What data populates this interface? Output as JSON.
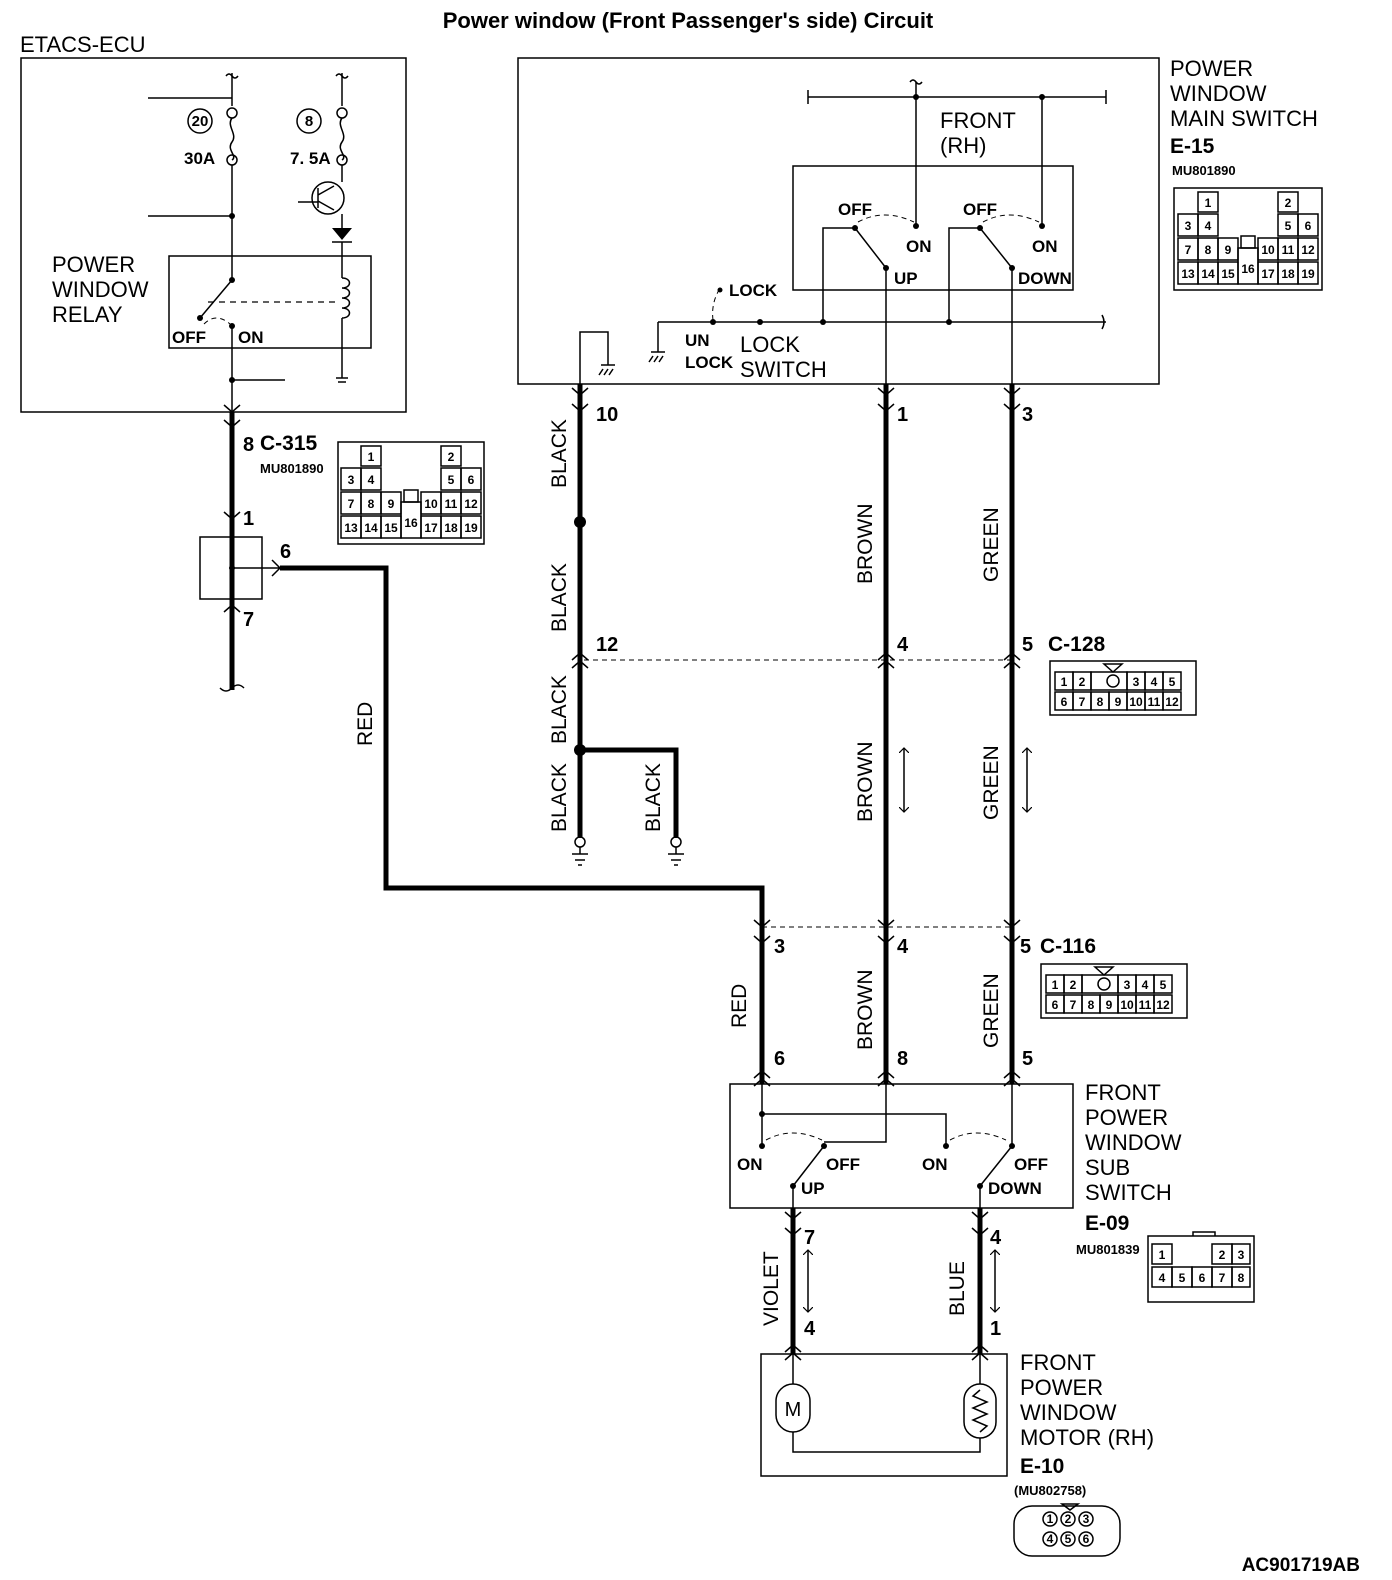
{
  "title": "Power window (Front Passenger's side) Circuit",
  "etacs": {
    "name": "ETACS-ECU",
    "fuse1_num": "20",
    "fuse1_rating": "30A",
    "fuse2_num": "8",
    "fuse2_rating": "7. 5A",
    "relay_lines": [
      "POWER",
      "WINDOW",
      "RELAY"
    ],
    "off": "OFF",
    "on": "ON"
  },
  "main_switch": {
    "lines": [
      "POWER",
      "WINDOW",
      "MAIN SWITCH"
    ],
    "code": "E-15",
    "part": "MU801890",
    "front_lines": [
      "FRONT",
      "(RH)"
    ],
    "off": "OFF",
    "on": "ON",
    "up": "UP",
    "down": "DOWN",
    "lock": "LOCK",
    "unlock_lines": [
      "UN",
      "LOCK"
    ],
    "lock_switch_lines": [
      "LOCK",
      "SWITCH"
    ]
  },
  "c315": {
    "code": "C-315",
    "part": "MU801890",
    "pin_in": "8",
    "pin1": "1",
    "pin6": "6",
    "pin7": "7"
  },
  "c128": {
    "code": "C-128"
  },
  "c116": {
    "code": "C-116"
  },
  "sub_switch": {
    "lines": [
      "FRONT",
      "POWER",
      "WINDOW",
      "SUB",
      "SWITCH"
    ],
    "code": "E-09",
    "part": "MU801839",
    "on": "ON",
    "off": "OFF",
    "up": "UP",
    "down": "DOWN"
  },
  "motor": {
    "lines": [
      "FRONT",
      "POWER",
      "WINDOW",
      "MOTOR (RH)"
    ],
    "code": "E-10",
    "part": "(MU802758)",
    "m": "M"
  },
  "wires": {
    "black": "BLACK",
    "brown": "BROWN",
    "green": "GREEN",
    "red": "RED",
    "violet": "VIOLET",
    "blue": "BLUE"
  },
  "pins": {
    "m10": "10",
    "m1": "1",
    "m3": "3",
    "c128_12": "12",
    "c128_4": "4",
    "c128_5": "5",
    "c116_3": "3",
    "c116_4": "4",
    "c116_5": "5",
    "sub6": "6",
    "sub8": "8",
    "sub5": "5",
    "sub7": "7",
    "sub4": "4",
    "mot4": "4",
    "mot1": "1"
  },
  "conn19": [
    "1",
    "2",
    "3",
    "4",
    "5",
    "6",
    "7",
    "8",
    "9",
    "10",
    "11",
    "12",
    "13",
    "14",
    "15",
    "16",
    "17",
    "18",
    "19"
  ],
  "conn12": [
    "1",
    "2",
    "3",
    "4",
    "5",
    "6",
    "7",
    "8",
    "9",
    "10",
    "11",
    "12"
  ],
  "conn8": [
    "1",
    "2",
    "3",
    "4",
    "5",
    "6",
    "7",
    "8"
  ],
  "conn6": [
    "1",
    "2",
    "3",
    "4",
    "5",
    "6"
  ],
  "footer": "AC901719AB"
}
